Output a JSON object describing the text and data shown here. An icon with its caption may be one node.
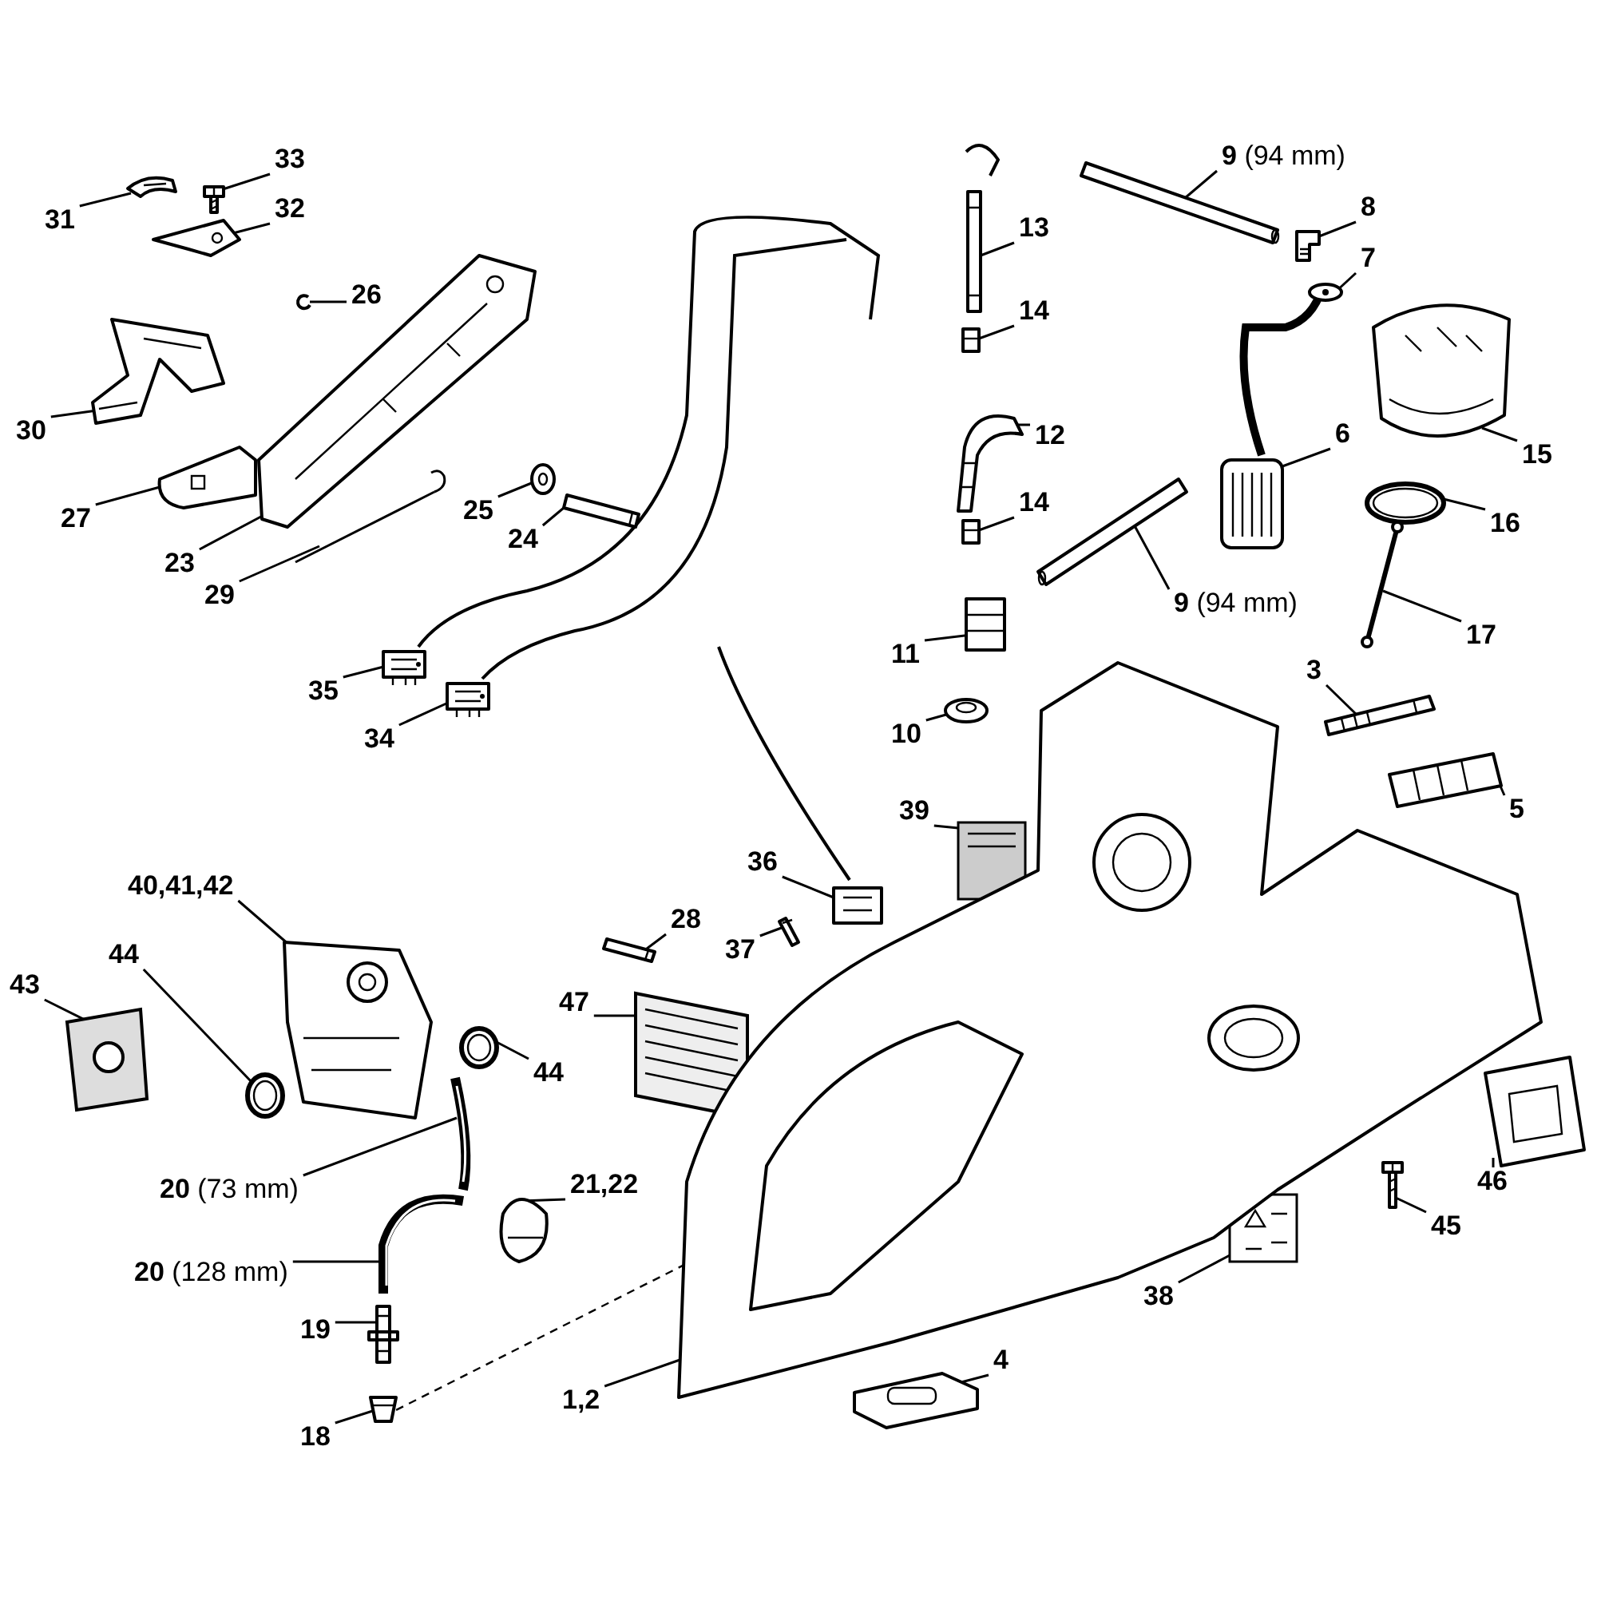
{
  "diagram": {
    "nodes": [
      {
        "text": [
          "31"
        ]
      },
      {
        "text": [
          "33"
        ]
      },
      {
        "text": [
          "32"
        ]
      },
      {
        "text": [
          "26"
        ]
      },
      {
        "text": [
          "30"
        ]
      },
      {
        "text": [
          "27"
        ]
      },
      {
        "text": [
          "23"
        ]
      },
      {
        "text": [
          "25"
        ]
      },
      {
        "text": [
          "24"
        ]
      },
      {
        "text": [
          "29"
        ]
      },
      {
        "text": [
          "35"
        ]
      },
      {
        "text": [
          "34"
        ]
      },
      {
        "text": [
          "13"
        ]
      },
      {
        "text": [
          "**9** (94 mm)"
        ]
      },
      {
        "text": [
          "8"
        ]
      },
      {
        "text": [
          "7"
        ]
      },
      {
        "text": [
          "14"
        ]
      },
      {
        "text": [
          "12"
        ]
      },
      {
        "text": [
          "6"
        ]
      },
      {
        "text": [
          "15"
        ]
      },
      {
        "text": [
          "14"
        ]
      },
      {
        "text": [
          "16"
        ]
      },
      {
        "text": [
          "**9** (94 mm)"
        ]
      },
      {
        "text": [
          "11"
        ]
      },
      {
        "text": [
          "17"
        ]
      },
      {
        "text": [
          "3"
        ]
      },
      {
        "text": [
          "10"
        ]
      },
      {
        "text": [
          "5"
        ]
      },
      {
        "text": [
          "39"
        ]
      },
      {
        "text": [
          "36"
        ]
      },
      {
        "text": [
          "28"
        ]
      },
      {
        "text": [
          "37"
        ]
      },
      {
        "text": [
          "40,41,42"
        ]
      },
      {
        "text": [
          "43"
        ]
      },
      {
        "text": [
          "44"
        ]
      },
      {
        "text": [
          "44"
        ]
      },
      {
        "text": [
          "47"
        ]
      },
      {
        "text": [
          "**20** (73 mm)"
        ]
      },
      {
        "text": [
          "21,22"
        ]
      },
      {
        "text": [
          "46"
        ]
      },
      {
        "text": [
          "45"
        ]
      },
      {
        "text": [
          "**20** (128 mm)"
        ]
      },
      {
        "text": [
          "38"
        ]
      },
      {
        "text": [
          "19"
        ]
      },
      {
        "text": [
          "4"
        ]
      },
      {
        "text": [
          "1,2"
        ]
      },
      {
        "text": [
          "18"
        ]
      },
      {
        "text": [],
        "shape": "picture"
      },
      {
        "text": [],
        "shape": "picture"
      },
      {
        "text": [],
        "shape": "picture"
      },
      {
        "text": [],
        "shape": "picture"
      },
      {
        "text": [],
        "shape": "picture"
      },
      {
        "text": [],
        "shape": "picture"
      },
      {
        "text": [],
        "shape": "picture"
      },
      {
        "text": [],
        "shape": "picture"
      },
      {
        "text": [],
        "shape": "picture"
      },
      {
        "text": [],
        "shape": "picture"
      },
      {
        "text": [],
        "shape": "picture"
      },
      {
        "text": [],
        "shape": "picture"
      },
      {
        "text": [],
        "shape": "picture"
      },
      {
        "text": [],
        "shape": "picture"
      },
      {
        "text": [],
        "shape": "picture"
      },
      {
        "text": [],
        "shape": "picture"
      },
      {
        "text": [],
        "shape": "picture"
      },
      {
        "text": [],
        "shape": "picture"
      },
      {
        "text": [],
        "shape": "picture"
      },
      {
        "text": [],
        "shape": "picture"
      },
      {
        "text": [],
        "shape": "picture"
      },
      {
        "text": [],
        "shape": "picture"
      },
      {
        "text": [],
        "shape": "picture"
      },
      {
        "text": [],
        "shape": "picture"
      },
      {
        "text": [],
        "shape": "picture"
      },
      {
        "text": [],
        "shape": "picture"
      },
      {
        "text": [],
        "shape": "picture"
      },
      {
        "text": [],
        "shape": "picture"
      },
      {
        "text": [],
        "shape": "picture"
      },
      {
        "text": [],
        "shape": "picture"
      },
      {
        "text": [],
        "shape": "picture"
      },
      {
        "text": [],
        "shape": "picture"
      },
      {
        "text": [],
        "shape": "picture"
      },
      {
        "text": [],
        "shape": "picture"
      },
      {
        "text": [],
        "shape": "picture"
      },
      {
        "text": [],
        "shape": "picture"
      },
      {
        "text": [],
        "shape": "picture"
      },
      {
        "text": [],
        "shape": "picture"
      },
      {
        "text": [],
        "shape": "picture"
      },
      {
        "text": [],
        "shape": "picture"
      },
      {
        "text": [],
        "shape": "picture"
      },
      {
        "text": [],
        "shape": "picture"
      },
      {
        "text": [],
        "shape": "picture"
      },
      {
        "text": [],
        "shape": "picture"
      },
      {
        "text": [],
        "shape": "picture"
      },
      {
        "text": [],
        "shape": "picture"
      },
      {
        "text": [],
        "shape": "picture"
      }
    ],
    "edges": [
      {
        "from": 0,
        "to": 47,
        "arrow": "none"
      },
      {
        "from": 1,
        "to": 48,
        "arrow": "none"
      },
      {
        "from": 2,
        "to": 49,
        "arrow": "none"
      },
      {
        "from": 3,
        "to": 50,
        "arrow": "none"
      },
      {
        "from": 4,
        "to": 51,
        "arrow": "none"
      },
      {
        "from": 5,
        "to": 52,
        "arrow": "none"
      },
      {
        "from": 6,
        "to": 53,
        "arrow": "none"
      },
      {
        "from": 7,
        "to": 54,
        "arrow": "none"
      },
      {
        "from": 8,
        "to": 55,
        "arrow": "none"
      },
      {
        "from": 9,
        "to": 56,
        "arrow": "none"
      },
      {
        "from": 10,
        "to": 57,
        "arrow": "none"
      },
      {
        "from": 11,
        "to": 58,
        "arrow": "none"
      },
      {
        "from": 12,
        "to": 59,
        "arrow": "none"
      },
      {
        "from": 13,
        "to": 60,
        "arrow": "none"
      },
      {
        "from": 14,
        "to": 61,
        "arrow": "none"
      },
      {
        "from": 15,
        "to": 62,
        "arrow": "none"
      },
      {
        "from": 16,
        "to": 63,
        "arrow": "none"
      },
      {
        "from": 17,
        "to": 64,
        "arrow": "none"
      },
      {
        "from": 18,
        "to": 65,
        "arrow": "none"
      },
      {
        "from": 19,
        "to": 66,
        "arrow": "none"
      },
      {
        "from": 20,
        "to": 67,
        "arrow": "none"
      },
      {
        "from": 21,
        "to": 68,
        "arrow": "none"
      },
      {
        "from": 22,
        "to": 69,
        "arrow": "none"
      },
      {
        "from": 23,
        "to": 70,
        "arrow": "none"
      },
      {
        "from": 24,
        "to": 71,
        "arrow": "none"
      },
      {
        "from": 25,
        "to": 72,
        "arrow": "none"
      },
      {
        "from": 26,
        "to": 73,
        "arrow": "none"
      },
      {
        "from": 27,
        "to": 74,
        "arrow": "none"
      },
      {
        "from": 28,
        "to": 75,
        "arrow": "none"
      },
      {
        "from": 29,
        "to": 76,
        "arrow": "none"
      },
      {
        "from": 30,
        "to": 77,
        "arrow": "none"
      },
      {
        "from": 31,
        "to": 78,
        "arrow": "none"
      },
      {
        "from": 32,
        "to": 79,
        "arrow": "none"
      },
      {
        "from": 33,
        "to": 80,
        "arrow": "none"
      },
      {
        "from": 34,
        "to": 81,
        "arrow": "none"
      },
      {
        "from": 35,
        "to": 82,
        "arrow": "none"
      },
      {
        "from": 36,
        "to": 83,
        "arrow": "none"
      },
      {
        "from": 37,
        "to": 84,
        "arrow": "none"
      },
      {
        "from": 38,
        "to": 85,
        "arrow": "none"
      },
      {
        "from": 39,
        "to": 86,
        "arrow": "none"
      },
      {
        "from": 40,
        "to": 87,
        "arrow": "none"
      },
      {
        "from": 41,
        "to": 88,
        "arrow": "none"
      },
      {
        "from": 42,
        "to": 89,
        "arrow": "none"
      },
      {
        "from": 43,
        "to": 90,
        "arrow": "none"
      },
      {
        "from": 44,
        "to": 91,
        "arrow": "none"
      },
      {
        "from": 45,
        "to": 92,
        "arrow": "none"
      },
      {
        "from": 46,
        "to": 93,
        "arrow": "none"
      },
      {
        "from": 93,
        "to": 92,
        "arrow": "none",
        "style": "dashed"
      }
    ]
  }
}
